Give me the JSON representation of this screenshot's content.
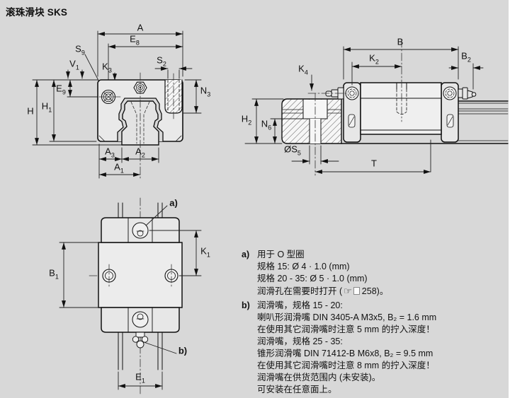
{
  "page": {
    "title": "滚珠滑块 SKS",
    "background": "#d8d8d8",
    "line_color": "#111111",
    "face_color": "#e9e9e9"
  },
  "dims": {
    "front": {
      "A": {
        "base": "A",
        "sub": ""
      },
      "E8": {
        "base": "E",
        "sub": "8"
      },
      "S9": {
        "base": "S",
        "sub": "9"
      },
      "V1": {
        "base": "V",
        "sub": "1"
      },
      "K3": {
        "base": "K",
        "sub": "3"
      },
      "S2": {
        "base": "S",
        "sub": "2"
      },
      "N3": {
        "base": "N",
        "sub": "3"
      },
      "H": {
        "base": "H",
        "sub": ""
      },
      "H1": {
        "base": "H",
        "sub": "1"
      },
      "E9": {
        "base": "E",
        "sub": "9"
      },
      "A3": {
        "base": "A",
        "sub": "3"
      },
      "A2": {
        "base": "A",
        "sub": "2"
      },
      "A1": {
        "base": "A",
        "sub": "1"
      }
    },
    "side": {
      "B": {
        "base": "B",
        "sub": ""
      },
      "K2": {
        "base": "K",
        "sub": "2"
      },
      "B2": {
        "base": "B",
        "sub": "2"
      },
      "K4": {
        "base": "K",
        "sub": "4"
      },
      "H2": {
        "base": "H",
        "sub": "2"
      },
      "N6": {
        "base": "N",
        "sub": "6"
      },
      "S5": {
        "base": "ØS",
        "sub": "5"
      },
      "T": {
        "base": "T",
        "sub": ""
      }
    },
    "top": {
      "K1": {
        "base": "K",
        "sub": "1"
      },
      "B1": {
        "base": "B",
        "sub": "1"
      },
      "E1": {
        "base": "E",
        "sub": "1"
      },
      "a": {
        "base": "a)",
        "sub": ""
      },
      "b": {
        "base": "b)",
        "sub": ""
      }
    }
  },
  "icons": {
    "pointing_hand": "☞"
  },
  "notes": {
    "a": {
      "label": "a)",
      "line1": "用于 O 型圈",
      "line2": "规格 15: Ø 4 · 1.0 (mm)",
      "line3": "规格 20 - 35: Ø 5 · 1.0 (mm)",
      "line4_prefix": "润滑孔在需要时打开 (",
      "page_ref": "258",
      "line4_suffix": ")。"
    },
    "b": {
      "label": "b)",
      "line1": "润滑嘴，规格 15 - 20:",
      "line2": "喇叭形润滑嘴 DIN 3405-A M3x5, B₂ = 1.6 mm",
      "line3": "在使用其它润滑嘴时注意 5 mm 的拧入深度！",
      "line4": "润滑嘴，规格 25 - 35:",
      "line5": "锥形润滑嘴 DIN 71412-B M6x8, B₂ = 9.5 mm",
      "line6": "在使用其它润滑嘴时注意 8 mm 的拧入深度！",
      "line7": "润滑嘴在供货范围内 (未安装)。",
      "line8": "可安装在任意面上。"
    }
  }
}
